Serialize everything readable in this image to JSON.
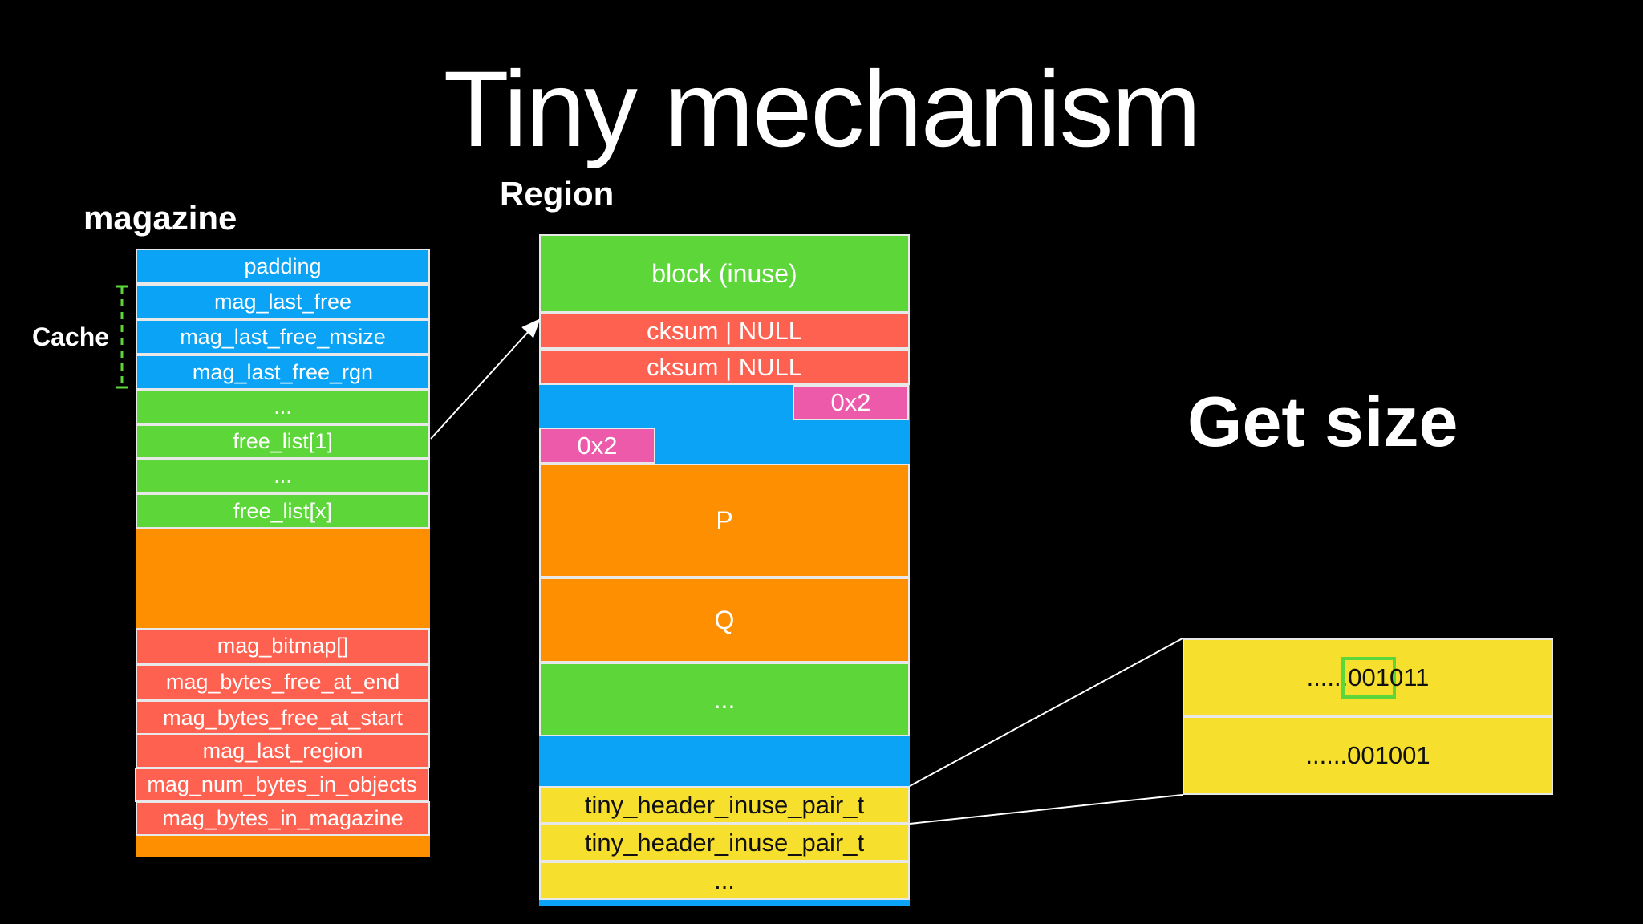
{
  "title": "Tiny mechanism",
  "labels": {
    "magazine": "magazine",
    "region": "Region",
    "cache": "Cache",
    "get_size": "Get size"
  },
  "magazine": {
    "padding": "padding",
    "mag_last_free": "mag_last_free",
    "mag_last_free_msize": "mag_last_free_msize",
    "mag_last_free_rgn": "mag_last_free_rgn",
    "ellipsis_1": "...",
    "free_list_1": "free_list[1]",
    "ellipsis_2": "...",
    "free_list_x": "free_list[x]",
    "mag_bitmap": "mag_bitmap[]",
    "mag_bytes_free_at_end": "mag_bytes_free_at_end",
    "mag_bytes_free_at_start": "mag_bytes_free_at_start",
    "mag_last_region": "mag_last_region",
    "mag_num_bytes_in_objects": "mag_num_bytes_in_objects",
    "mag_bytes_in_magazine": "mag_bytes_in_magazine"
  },
  "region": {
    "block_inuse": "block (inuse)",
    "cksum_1": "cksum | NULL",
    "cksum_2": "cksum | NULL",
    "size_upper": "0x2",
    "size_lower": "0x2",
    "p": "P",
    "q": "Q",
    "ellipsis": "...",
    "header_1": "tiny_header_inuse_pair_t",
    "header_2": "tiny_header_inuse_pair_t",
    "header_ellipsis": "..."
  },
  "bits": {
    "row1_prefix": "......",
    "row1_highlight": "001",
    "row1_suffix": "011",
    "row2": "......001001"
  },
  "colors": {
    "blue": "#0aa3f5",
    "green": "#5dd63a",
    "orange": "#fd8f00",
    "red": "#ff6150",
    "pink": "#ec5aa9",
    "yellow": "#f7df2d",
    "background": "#000000"
  }
}
